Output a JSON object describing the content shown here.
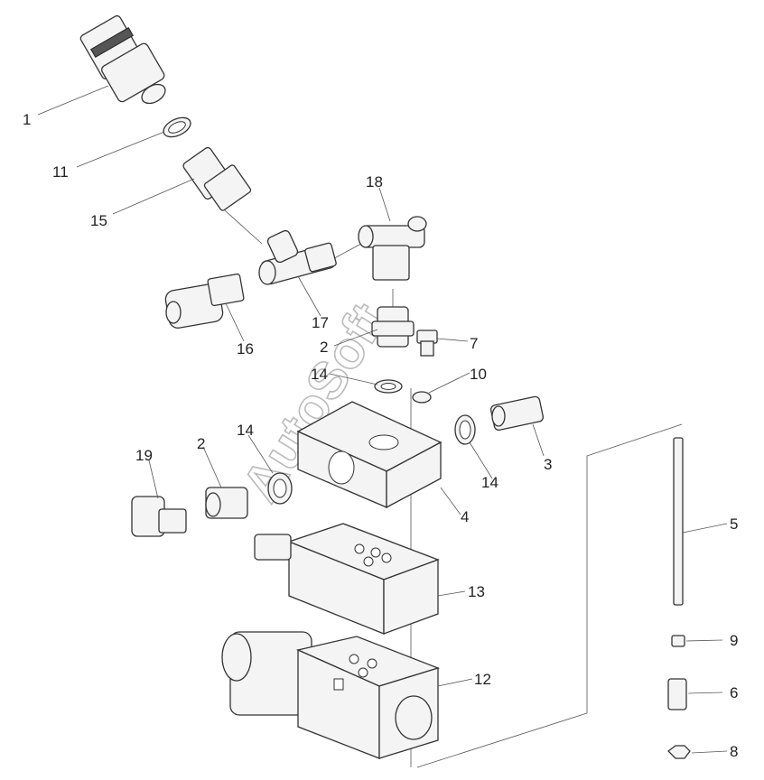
{
  "diagram": {
    "watermark": "AutoSoft",
    "callouts": {
      "c1": "1",
      "c11": "11",
      "c15": "15",
      "c18": "18",
      "c16": "16",
      "c17": "17",
      "c2a": "2",
      "c7": "7",
      "c14a": "14",
      "c10": "10",
      "c14b": "14",
      "c3": "3",
      "c19": "19",
      "c2b": "2",
      "c14c": "14",
      "c4": "4",
      "c5": "5",
      "c13": "13",
      "c9": "9",
      "c12": "12",
      "c6": "6",
      "c8": "8"
    }
  }
}
